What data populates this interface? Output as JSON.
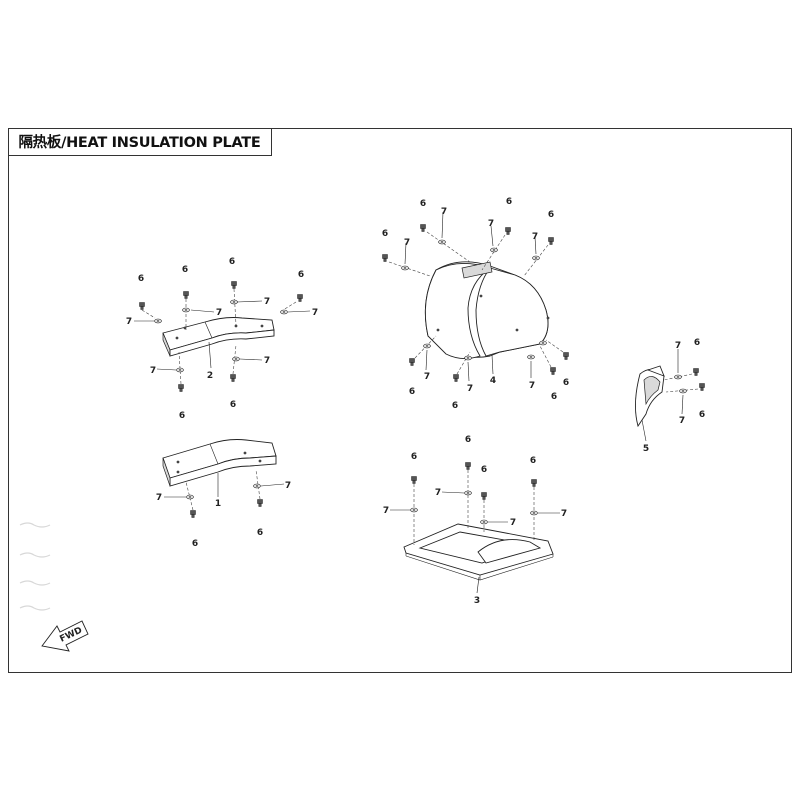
{
  "title": "隔热板/HEAT INSULATION PLATE",
  "callouts": {
    "part_1": "1",
    "part_2": "2",
    "part_3": "3",
    "part_4": "4",
    "part_5": "5",
    "bolt": "6",
    "washer": "7"
  },
  "fwd_label": "FWD"
}
